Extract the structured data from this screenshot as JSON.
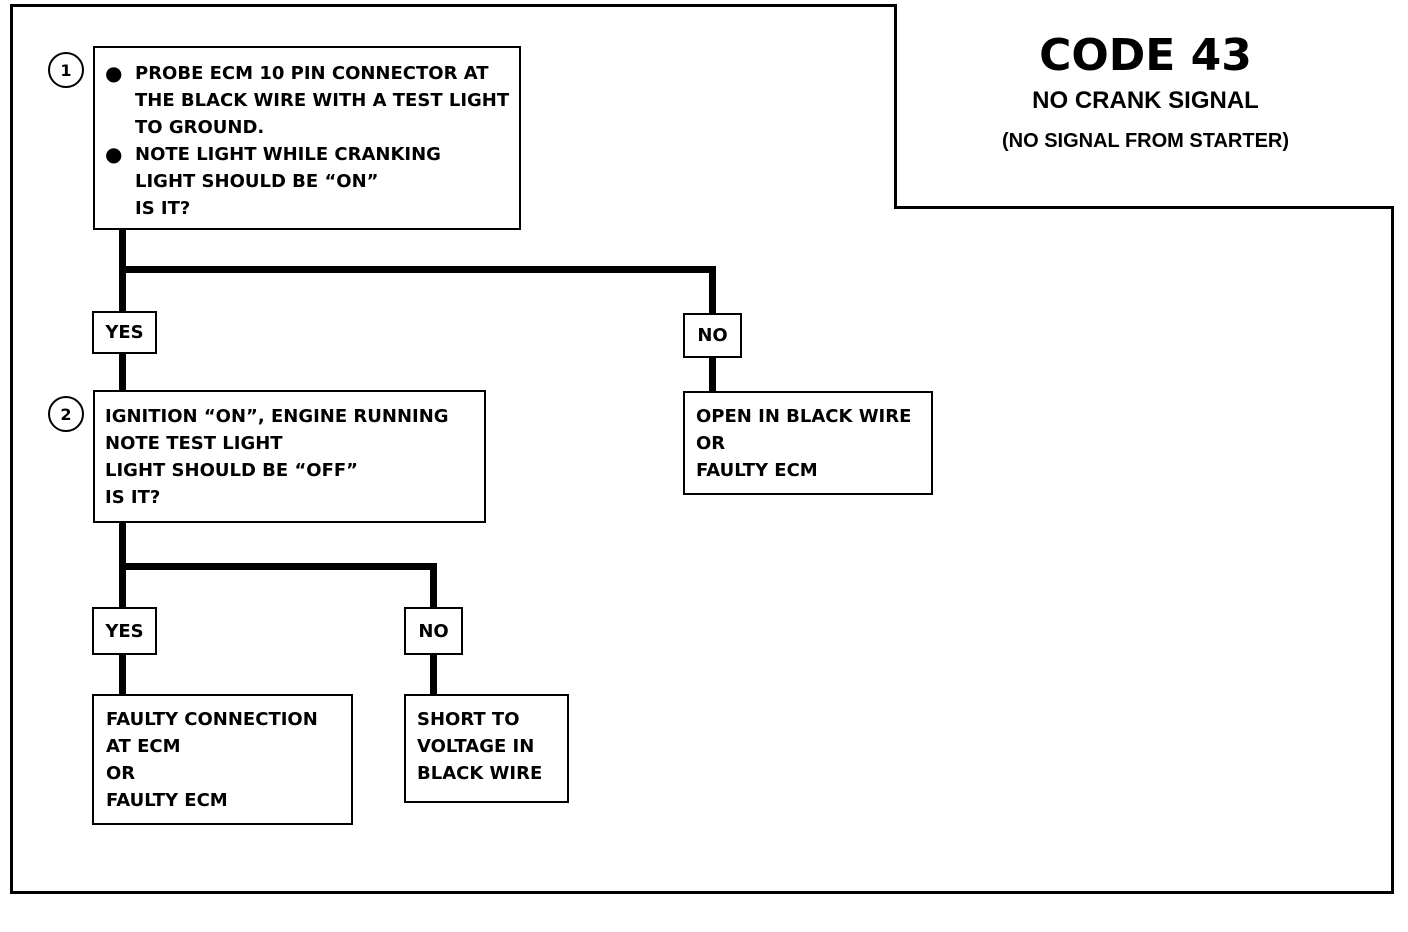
{
  "header": {
    "code": "CODE 43",
    "title": "NO CRANK SIGNAL",
    "subtitle": "(NO SIGNAL FROM STARTER)"
  },
  "steps": [
    {
      "number": "1",
      "bullets": [
        [
          "PROBE ECM 10 PIN CONNECTOR AT",
          "THE BLACK WIRE WITH A TEST LIGHT",
          "TO GROUND."
        ],
        [
          "NOTE LIGHT WHILE CRANKING",
          "LIGHT SHOULD BE “ON”",
          "IS IT?"
        ]
      ]
    },
    {
      "number": "2",
      "lines": [
        "IGNITION “ON”, ENGINE RUNNING",
        "NOTE TEST LIGHT",
        "LIGHT SHOULD BE “OFF”",
        "IS IT?"
      ]
    }
  ],
  "answers": {
    "yes": "YES",
    "no": "NO"
  },
  "results": {
    "step1_no": [
      "OPEN IN BLACK WIRE",
      "OR",
      "FAULTY ECM"
    ],
    "step2_yes": [
      "FAULTY CONNECTION",
      "AT ECM",
      "OR",
      "FAULTY ECM"
    ],
    "step2_no": [
      "SHORT TO",
      "VOLTAGE IN",
      "BLACK WIRE"
    ]
  }
}
